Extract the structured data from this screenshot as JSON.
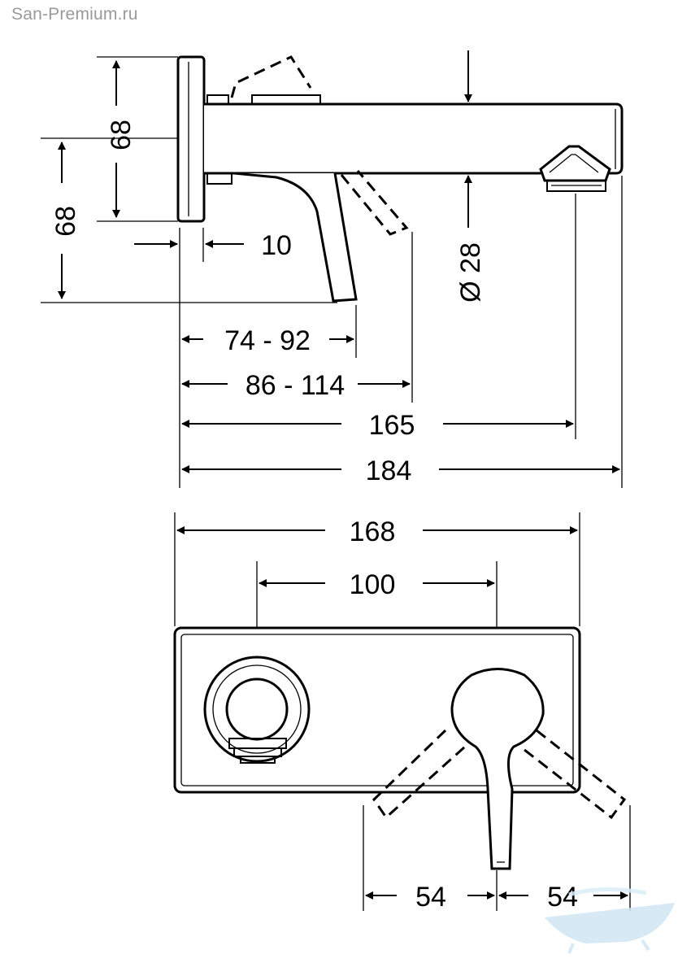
{
  "watermark": "San-Premium.ru",
  "side_view": {
    "dim_plate_height": "68",
    "dim_body_height": "68",
    "dim_plate_thickness": "10",
    "dim_diameter": "Ø 28",
    "dim_handle_min": "74 - 92",
    "dim_handle_max": "86 - 114",
    "dim_outlet": "165",
    "dim_total": "184"
  },
  "front_view": {
    "dim_plate_width": "168",
    "dim_centers": "100",
    "dim_swing_left": "54",
    "dim_swing_right": "54"
  },
  "colors": {
    "line": "#000000",
    "watermark_text": "#9a9a9a",
    "logo": "#cfe6f3"
  },
  "icons": {
    "logo": "bathtub-logo"
  }
}
